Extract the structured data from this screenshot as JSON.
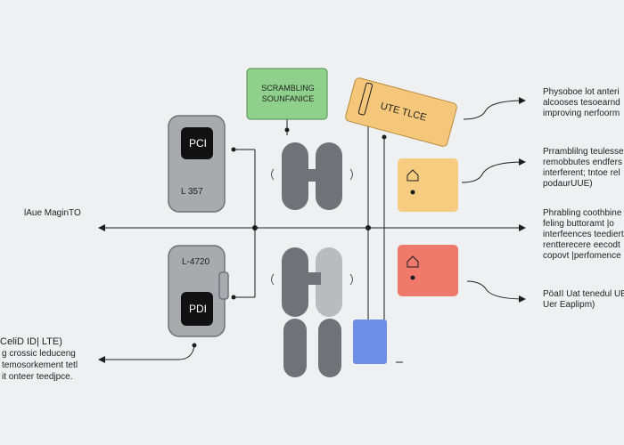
{
  "left_label": "lAue MaginTO",
  "bottom_left": {
    "title": "CeliD ID| LTE)",
    "lines": [
      "g crossic leduceng",
      "temosorkement tetl",
      "it onteer teedjpce."
    ]
  },
  "top_boxes": {
    "green_label": "SCRAMBLING\nSOUNFANICE",
    "orange_label": "UTE TLCE"
  },
  "panels": {
    "pci_chip": "PCI",
    "pci_value": "L 357",
    "pdi_chip": "PDI",
    "pdi_value": "L-4720"
  },
  "right_notes": {
    "note1": "Physoboe lot anteri\nalcooses tesoearnd\nimproving nerfoorm",
    "note2": "Prramblilng teulesse\nremobbutes endfers\ninterferent; tntoe rel\npodaurUUE)",
    "note3": "Phrabling coothbine\nfeling buttoramt |o\ninterfeences teediert\nrentterecere eecodt\ncopovt |perfomence",
    "note4": "PöaII Uat tenedul UE\nUer Eaplipm)"
  },
  "colors": {
    "background": "#eef0f2",
    "green": "#8fd18c",
    "orange": "#f5c77a",
    "yellow_box": "#f6cd80",
    "red_box": "#ef7a6c",
    "blue_box": "#6f8fe6",
    "gray_panel": "#a8aaad",
    "dark_pill": "#6f7276",
    "light_pill": "#b9bbbe"
  }
}
